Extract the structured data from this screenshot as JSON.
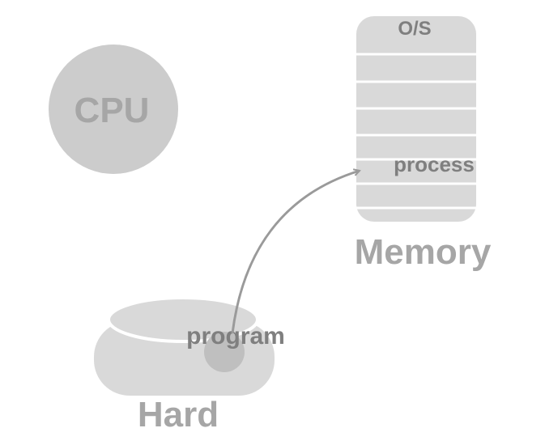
{
  "cpu": {
    "label": "CPU"
  },
  "memory": {
    "os_label": "O/S",
    "process_label": "process",
    "caption": "Memory"
  },
  "disk": {
    "program_label": "program",
    "caption": "Hard"
  },
  "arrow": {
    "from": "program",
    "to": "process"
  },
  "colors": {
    "shape_fill": "#d9d9d9",
    "cpu_fill": "#cccccc",
    "cpu_text": "#a6a6a6",
    "caption_text": "#a6a6a6",
    "inner_text": "#7f7f7f",
    "arrow": "#9a9a9a",
    "dot": "#bfbfbf"
  }
}
